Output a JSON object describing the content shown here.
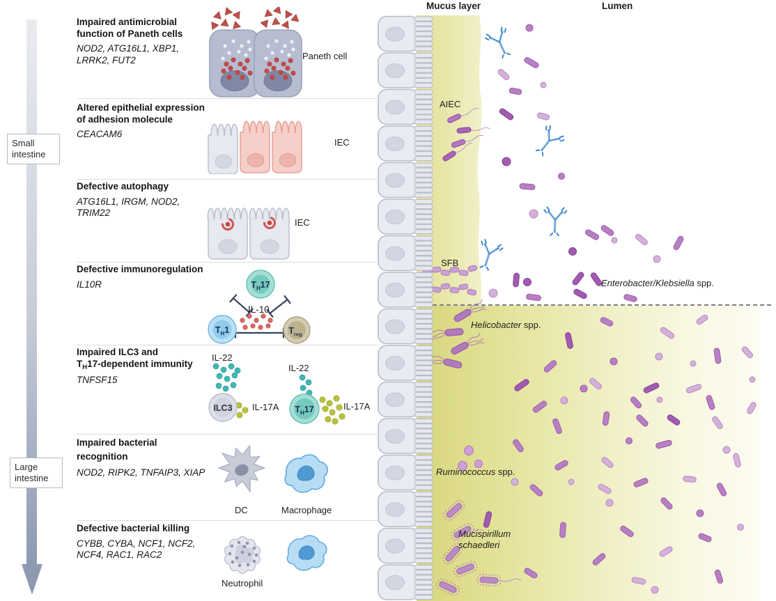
{
  "figure": {
    "axis": {
      "small_intestine": "Small intestine",
      "large_intestine": "Large intestine"
    },
    "headers": {
      "mucus": "Mucus layer",
      "lumen": "Lumen"
    },
    "sections": [
      {
        "title": "Impaired antimicrobial function of Paneth cells",
        "genes": "NOD2, ATG16L1, XBP1, LRRK2, FUT2",
        "label": "Paneth cell"
      },
      {
        "title": "Altered epithelial expression of adhesion molecule",
        "genes": "CEACAM6",
        "label": "IEC"
      },
      {
        "title": "Defective autophagy",
        "genes": "ATG16L1, IRGM, NOD2, TRIM22",
        "label": "IEC"
      },
      {
        "title": "Defective immunoregulation",
        "genes": "IL10R",
        "il10": "IL-10",
        "th17_pre": "T",
        "th17_sub": "H",
        "th17_post": "17",
        "th1_pre": "T",
        "th1_sub": "H",
        "th1_post": "1",
        "treg_pre": "T",
        "treg_sub": "reg"
      },
      {
        "title_line1": "Impaired ILC3 and",
        "title2_pre": "T",
        "title2_sub": "H",
        "title2_post": "17-dependent immunity",
        "genes": "TNFSF15",
        "il22": "IL-22",
        "il17a": "IL-17A",
        "ilc3": "ILC3",
        "th17_pre": "T",
        "th17_sub": "H",
        "th17_post": "17"
      },
      {
        "title": "Impaired bacterial recognition",
        "genes": "NOD2, RIPK2, TNFAIP3, XIAP",
        "label_dc": "DC",
        "label_mac": "Macrophage"
      },
      {
        "title": "Defective bacterial killing",
        "genes": "CYBB, CYBA, NCF1, NCF2, NCF4, RAC1, RAC2",
        "label": "Neutrophil"
      }
    ],
    "mucosa": {
      "aiec": "AIEC",
      "sfb": "SFB",
      "entero_name": "Enterobacter/Klebsiella",
      "entero_suffix": " spp.",
      "helico_name": "Helicobacter",
      "helico_suffix": " spp.",
      "rumino_name": "Ruminococcus",
      "rumino_suffix": " spp.",
      "muci_line1": "Mucispirillum",
      "muci_line2": "schaedleri"
    },
    "colors": {
      "mucus": "#dfdd8e",
      "bacteria": "#a963b5",
      "antibody": "#3f87cd",
      "granule_red": "#c64a4a"
    }
  }
}
